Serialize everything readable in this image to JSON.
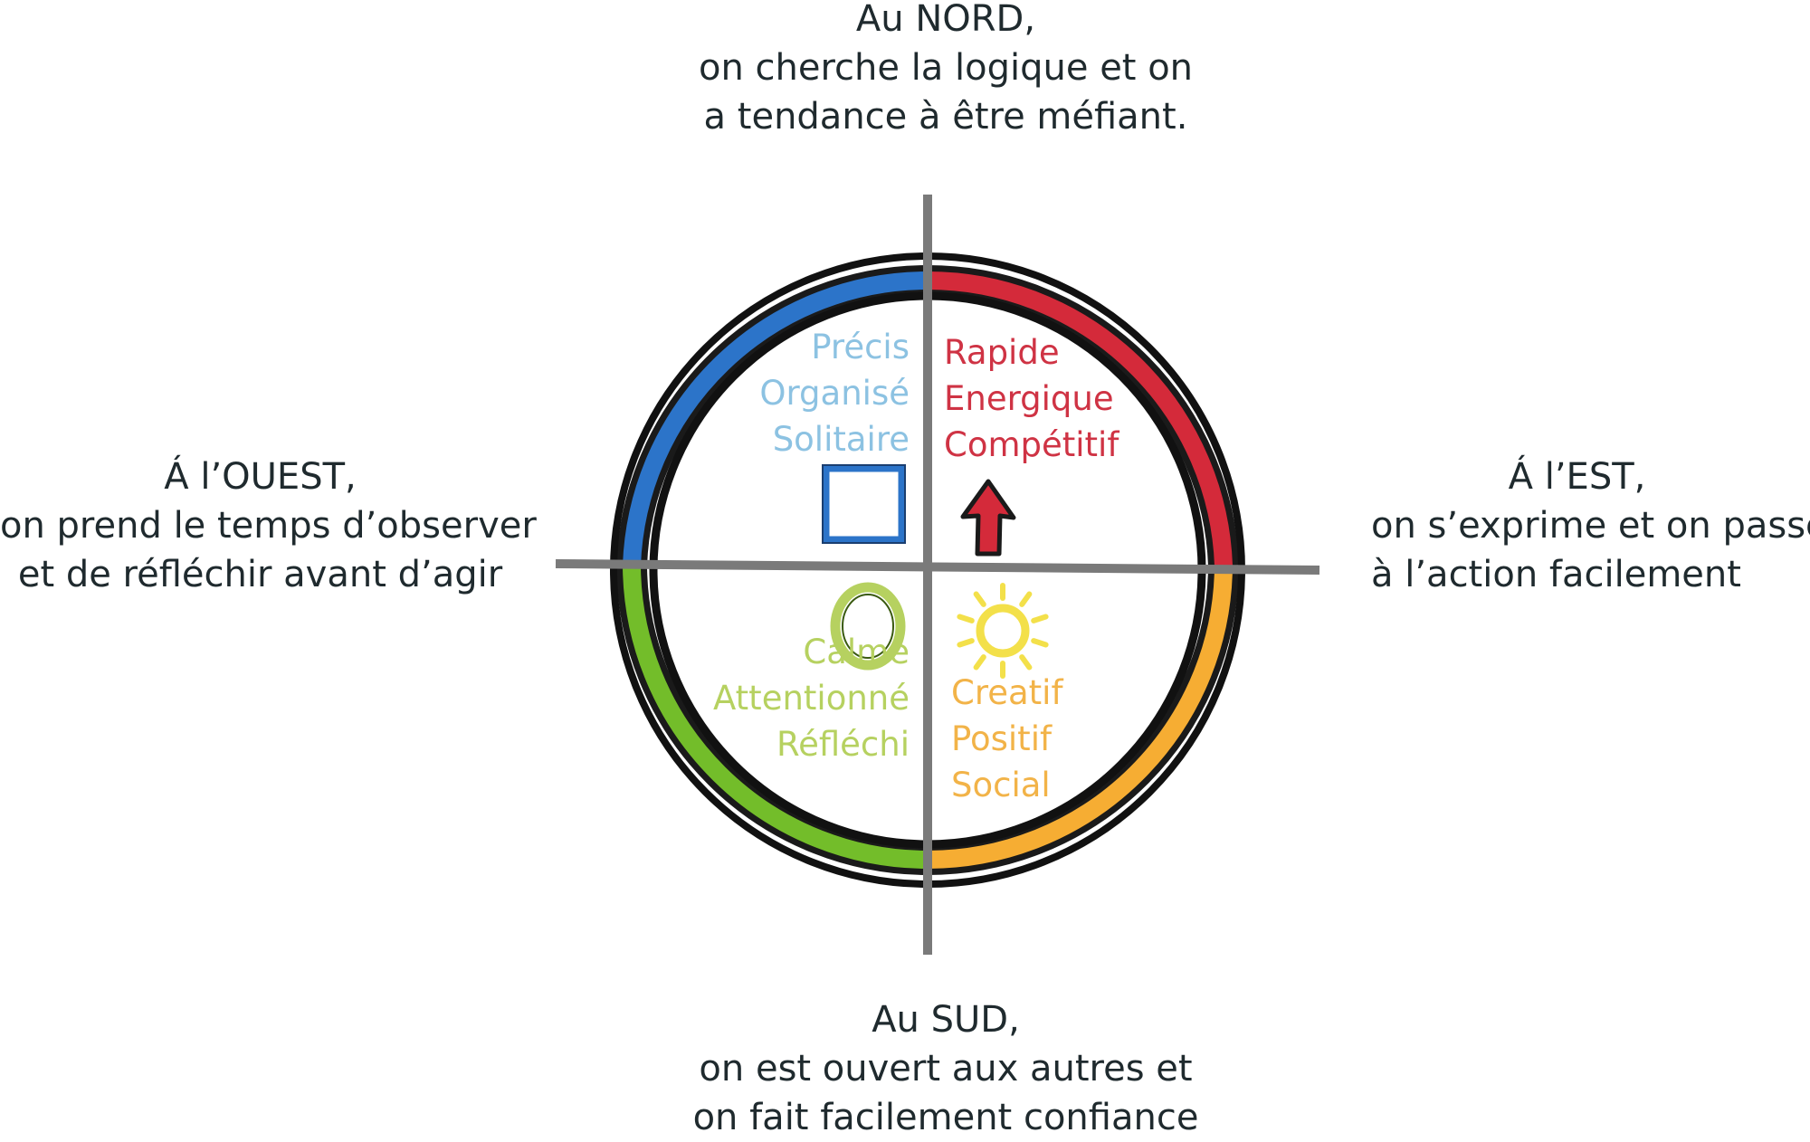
{
  "directions": {
    "north": {
      "title": "Au NORD,",
      "lines": [
        "on cherche la logique et on",
        "a tendance à être méfiant."
      ]
    },
    "south": {
      "title": "Au SUD,",
      "lines": [
        "on est ouvert aux autres et",
        "on fait facilement confiance"
      ]
    },
    "west": {
      "title": "Á l’OUEST,",
      "lines": [
        "on prend le temps d’observer",
        "et de réfléchir avant d’agir"
      ]
    },
    "east": {
      "title": "Á l’EST,",
      "lines": [
        "on s’exprime et on passe",
        "à l’action facilement"
      ]
    }
  },
  "quadrants": {
    "nw": {
      "color": "#2c74c9",
      "text_color": "#8cc2e2",
      "traits": [
        "Précis",
        "Organisé",
        "Solitaire"
      ],
      "symbol": "square-icon"
    },
    "ne": {
      "color": "#d42a3a",
      "text_color": "#cf3344",
      "traits": [
        "Rapide",
        "Energique",
        "Compétitif"
      ],
      "symbol": "arrow-up-icon"
    },
    "sw": {
      "color": "#73bd2a",
      "text_color": "#b6d160",
      "traits": [
        "Calme",
        "Attentionné",
        "Réfléchi"
      ],
      "symbol": "circle-icon"
    },
    "se": {
      "color": "#f6ad33",
      "text_color": "#f2b348",
      "traits": [
        "Creatif",
        "Positif",
        "Social"
      ],
      "symbol": "sun-icon"
    }
  },
  "axis_color": "#7a7a7a"
}
